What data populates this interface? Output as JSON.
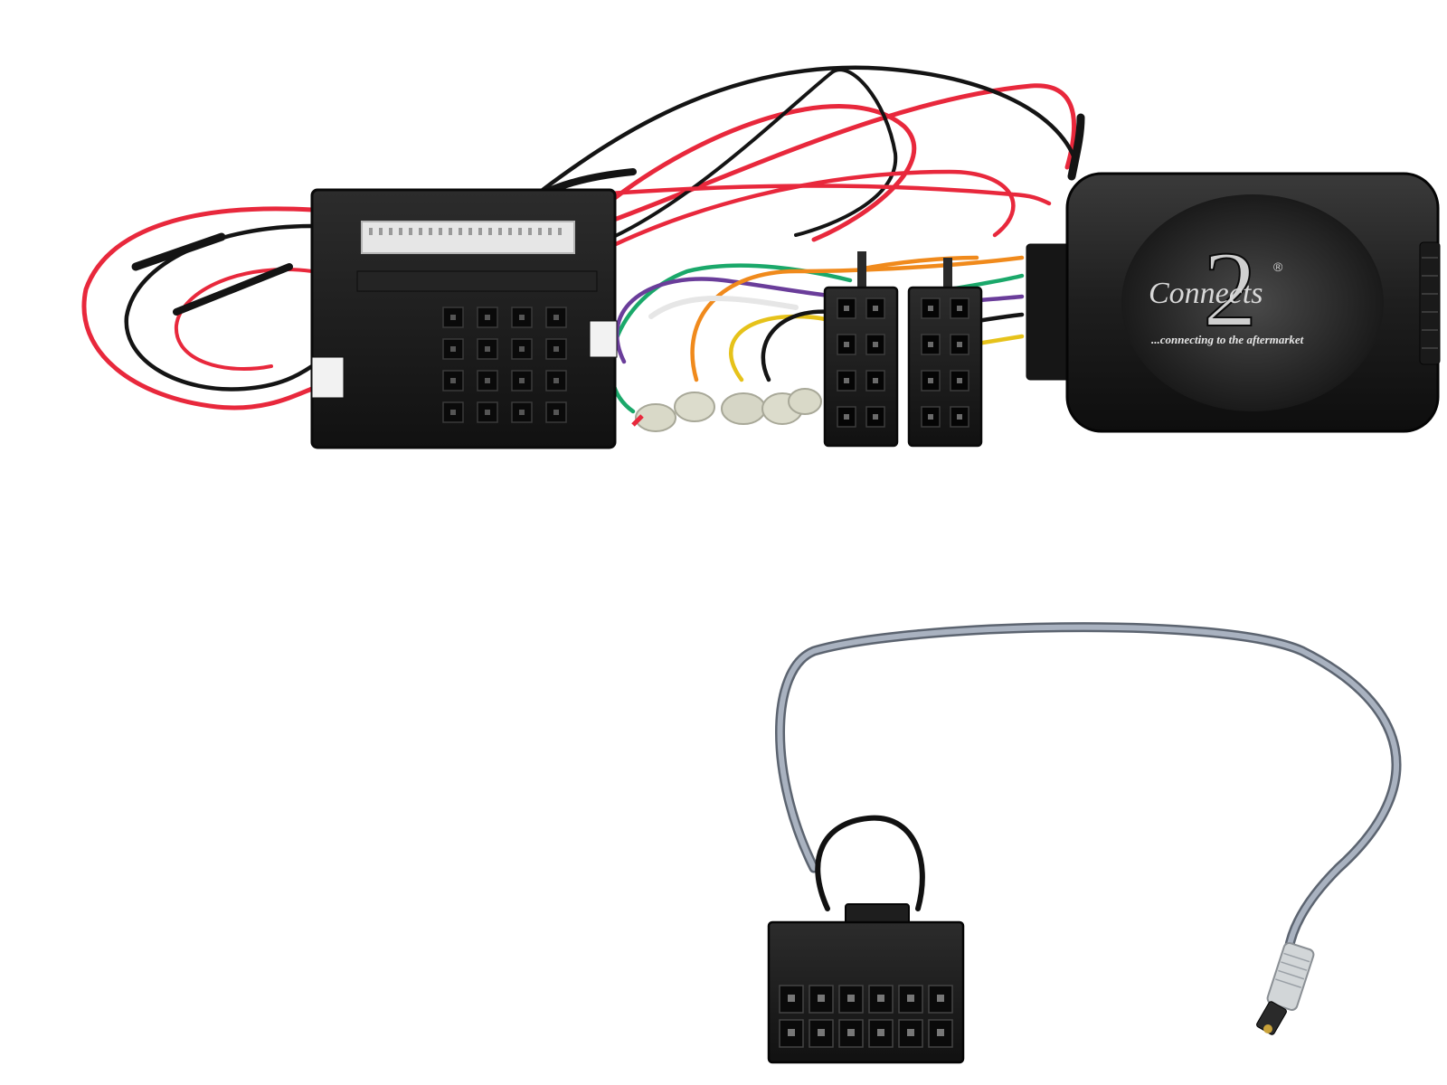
{
  "product": {
    "brand_word": "Connects",
    "brand_digit": "2",
    "registered_mark": "®",
    "tagline": "...connecting to the aftermarket"
  },
  "colors": {
    "wire_red": "#e8283c",
    "wire_black": "#141414",
    "wire_grey": "#8c96a6",
    "wire_green": "#1aa86a",
    "wire_purple": "#6a3d9a",
    "wire_orange": "#f08a1c",
    "wire_yellow": "#e6c21a",
    "wire_white": "#f2f2f2",
    "connector_body": "#1c1c1c",
    "module_body": "#222222",
    "background": "#ffffff"
  },
  "icons": [
    "quadlock-connector-icon",
    "iso-connector-icon",
    "interface-module-icon",
    "patch-lead-connector-icon",
    "antenna-plug-icon"
  ]
}
